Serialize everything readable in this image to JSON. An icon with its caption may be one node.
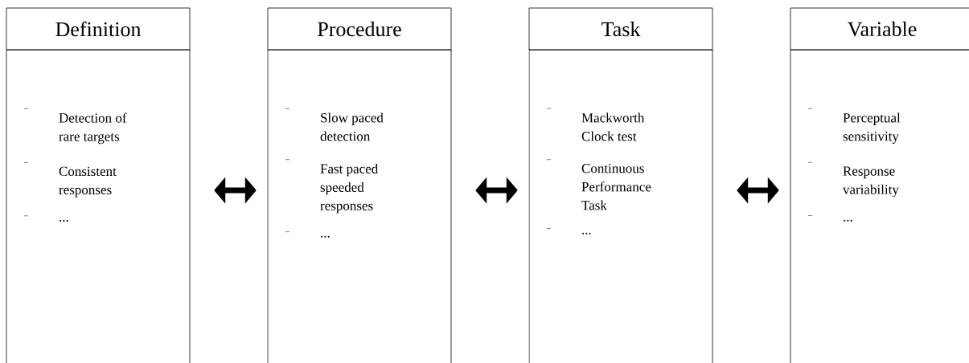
{
  "diagram": {
    "nodes": [
      {
        "text": [
          "Definition"
        ]
      },
      {
        "text": [
          "Detection of rare targets",
          "Consistent responses",
          "..."
        ]
      },
      {
        "text": [
          "Procedure"
        ]
      },
      {
        "text": [
          "Slow paced detection",
          "Fast paced speeded responses",
          "..."
        ]
      },
      {
        "text": [
          "Task"
        ]
      },
      {
        "text": [
          "Mackworth Clock test",
          "Continuous Performance Task",
          "..."
        ]
      },
      {
        "text": [
          "Variable"
        ]
      },
      {
        "text": [
          "Perceptual sensitivity",
          "Response variability",
          "..."
        ]
      }
    ],
    "edges": [
      {
        "from": 1,
        "to": 3,
        "arrow": "both"
      },
      {
        "from": 3,
        "to": 5,
        "arrow": "both"
      },
      {
        "from": 5,
        "to": 7,
        "arrow": "both"
      }
    ]
  }
}
